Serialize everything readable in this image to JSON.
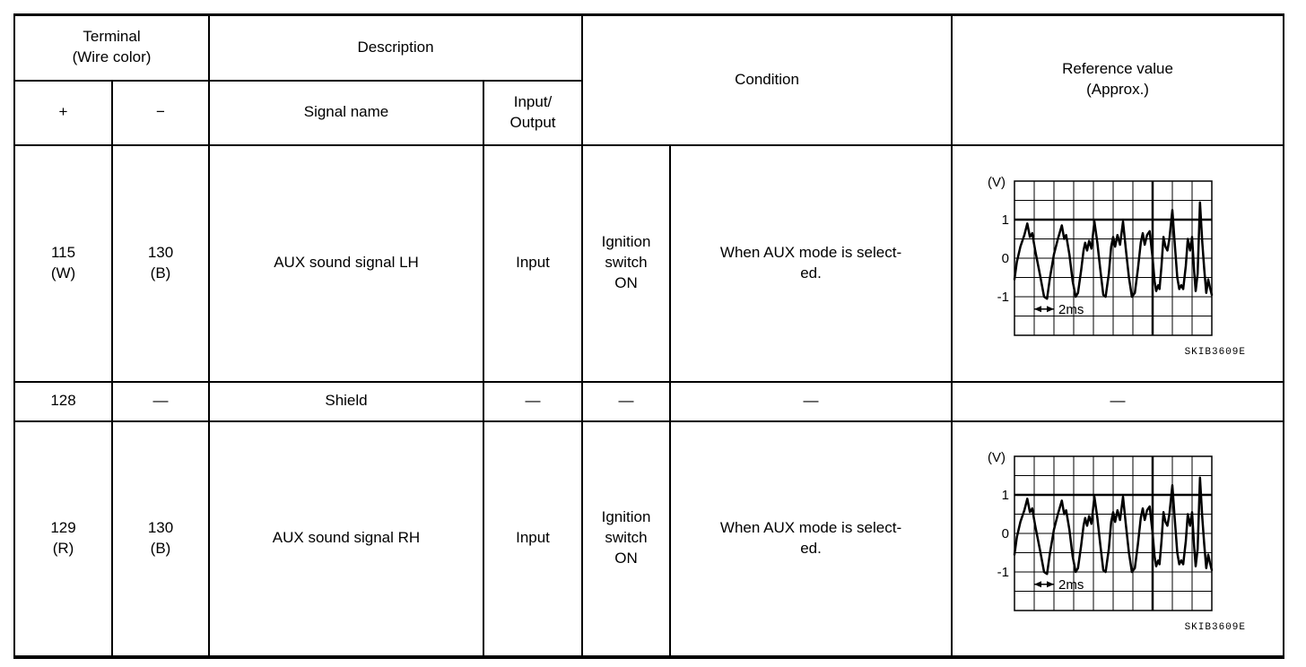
{
  "page": {
    "background": "#ffffff",
    "ink_color": "#000000"
  },
  "table": {
    "header": {
      "terminal": "Terminal\n(Wire color)",
      "plus": "+",
      "minus": "−",
      "description": "Description",
      "signal_name": "Signal name",
      "input_output": "Input/\nOutput",
      "condition": "Condition",
      "reference_value": "Reference value\n(Approx.)"
    },
    "rows": [
      {
        "terminal_plus": "115\n(W)",
        "terminal_minus": "130\n(B)",
        "signal_name": "AUX sound signal LH",
        "input_output": "Input",
        "condition_switch": "Ignition\nswitch\nON",
        "condition_detail": "When AUX mode is select-\ned.",
        "reference": {
          "type": "waveform",
          "figure_code": "SKIB3609E"
        }
      },
      {
        "terminal_plus": "128",
        "terminal_minus": "—",
        "signal_name": "Shield",
        "input_output": "—",
        "condition_switch": "—",
        "condition_detail": "—",
        "reference": {
          "type": "text",
          "value": "—"
        }
      },
      {
        "terminal_plus": "129\n(R)",
        "terminal_minus": "130\n(B)",
        "signal_name": "AUX sound signal RH",
        "input_output": "Input",
        "condition_switch": "Ignition\nswitch\nON",
        "condition_detail": "When AUX mode is select-\ned.",
        "reference": {
          "type": "waveform",
          "figure_code": "SKIB3609E"
        }
      }
    ]
  },
  "chart_data": {
    "type": "line",
    "title": "AUX sound signal oscilloscope reference waveform",
    "unit_label": "(V)",
    "y_ticks": [
      {
        "label": "1",
        "volts": 1
      },
      {
        "label": "0",
        "volts": 0
      },
      {
        "label": "-1",
        "volts": -1
      }
    ],
    "time_per_division_label": "2ms",
    "figure_code": "SKIB3609E",
    "ylim": [
      -2,
      2
    ],
    "grid": {
      "cols": 10,
      "rows": 8,
      "y_top_volts": 2,
      "y_bottom_volts": -2,
      "bold_h_line_volts": 1,
      "bold_v_line_col": 7,
      "grid_on": true
    },
    "points": [
      [
        0,
        -0.55
      ],
      [
        0.12,
        -0.1
      ],
      [
        0.3,
        0.3
      ],
      [
        0.5,
        0.6
      ],
      [
        0.65,
        0.9
      ],
      [
        0.78,
        0.55
      ],
      [
        0.9,
        0.65
      ],
      [
        1.05,
        0.2
      ],
      [
        1.3,
        -0.45
      ],
      [
        1.5,
        -1.0
      ],
      [
        1.65,
        -1.05
      ],
      [
        1.8,
        -0.5
      ],
      [
        2.0,
        0.1
      ],
      [
        2.2,
        0.5
      ],
      [
        2.4,
        0.85
      ],
      [
        2.52,
        0.5
      ],
      [
        2.62,
        0.6
      ],
      [
        2.78,
        0.1
      ],
      [
        2.95,
        -0.6
      ],
      [
        3.1,
        -1.0
      ],
      [
        3.22,
        -0.9
      ],
      [
        3.38,
        -0.3
      ],
      [
        3.5,
        0.2
      ],
      [
        3.58,
        0.4
      ],
      [
        3.68,
        0.2
      ],
      [
        3.78,
        0.45
      ],
      [
        3.9,
        0.25
      ],
      [
        4.05,
        0.95
      ],
      [
        4.2,
        0.4
      ],
      [
        4.35,
        -0.3
      ],
      [
        4.5,
        -0.95
      ],
      [
        4.62,
        -1.0
      ],
      [
        4.78,
        -0.4
      ],
      [
        4.9,
        0.3
      ],
      [
        5.0,
        0.55
      ],
      [
        5.1,
        0.3
      ],
      [
        5.22,
        0.6
      ],
      [
        5.35,
        0.35
      ],
      [
        5.5,
        0.95
      ],
      [
        5.65,
        0.2
      ],
      [
        5.8,
        -0.5
      ],
      [
        5.95,
        -1.0
      ],
      [
        6.1,
        -0.9
      ],
      [
        6.25,
        -0.3
      ],
      [
        6.4,
        0.4
      ],
      [
        6.5,
        0.65
      ],
      [
        6.6,
        0.35
      ],
      [
        6.72,
        0.6
      ],
      [
        6.85,
        0.7
      ],
      [
        7.0,
        0.0
      ],
      [
        7.1,
        -0.6
      ],
      [
        7.18,
        -0.85
      ],
      [
        7.28,
        -0.7
      ],
      [
        7.35,
        -0.8
      ],
      [
        7.45,
        -0.2
      ],
      [
        7.55,
        0.55
      ],
      [
        7.65,
        0.3
      ],
      [
        7.75,
        0.2
      ],
      [
        7.85,
        0.5
      ],
      [
        8.0,
        1.25
      ],
      [
        8.12,
        0.4
      ],
      [
        8.25,
        -0.5
      ],
      [
        8.35,
        -0.8
      ],
      [
        8.45,
        -0.7
      ],
      [
        8.55,
        -0.8
      ],
      [
        8.68,
        -0.2
      ],
      [
        8.78,
        0.5
      ],
      [
        8.9,
        0.2
      ],
      [
        9.0,
        0.55
      ],
      [
        9.1,
        -0.3
      ],
      [
        9.18,
        -0.85
      ],
      [
        9.28,
        -0.4
      ],
      [
        9.4,
        1.45
      ],
      [
        9.52,
        0.4
      ],
      [
        9.62,
        -0.3
      ],
      [
        9.72,
        -0.9
      ],
      [
        9.82,
        -0.55
      ],
      [
        9.9,
        -0.75
      ],
      [
        10,
        -0.95
      ]
    ]
  }
}
